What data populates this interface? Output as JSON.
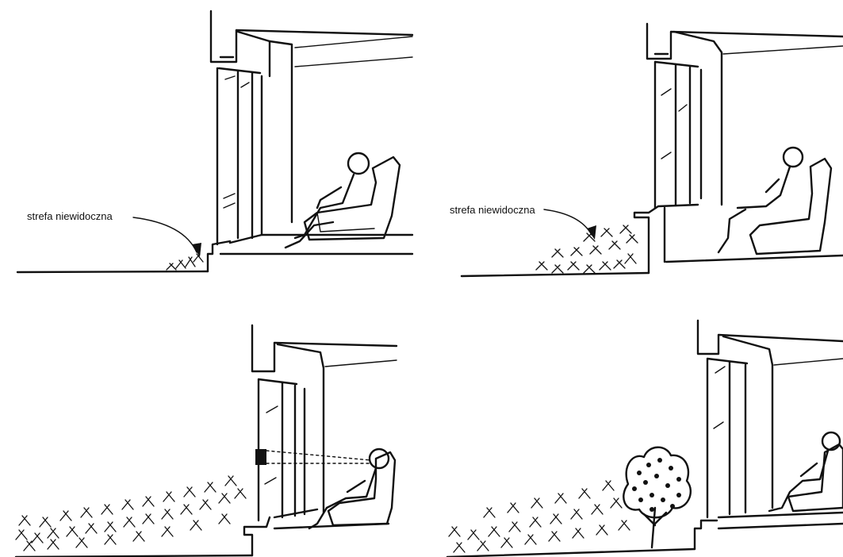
{
  "panels": [
    {
      "id": "top-left",
      "label": "strefa niewidoczna"
    },
    {
      "id": "top-right",
      "label": "strefa niewidoczna"
    },
    {
      "id": "bottom-left"
    },
    {
      "id": "bottom-right"
    }
  ]
}
